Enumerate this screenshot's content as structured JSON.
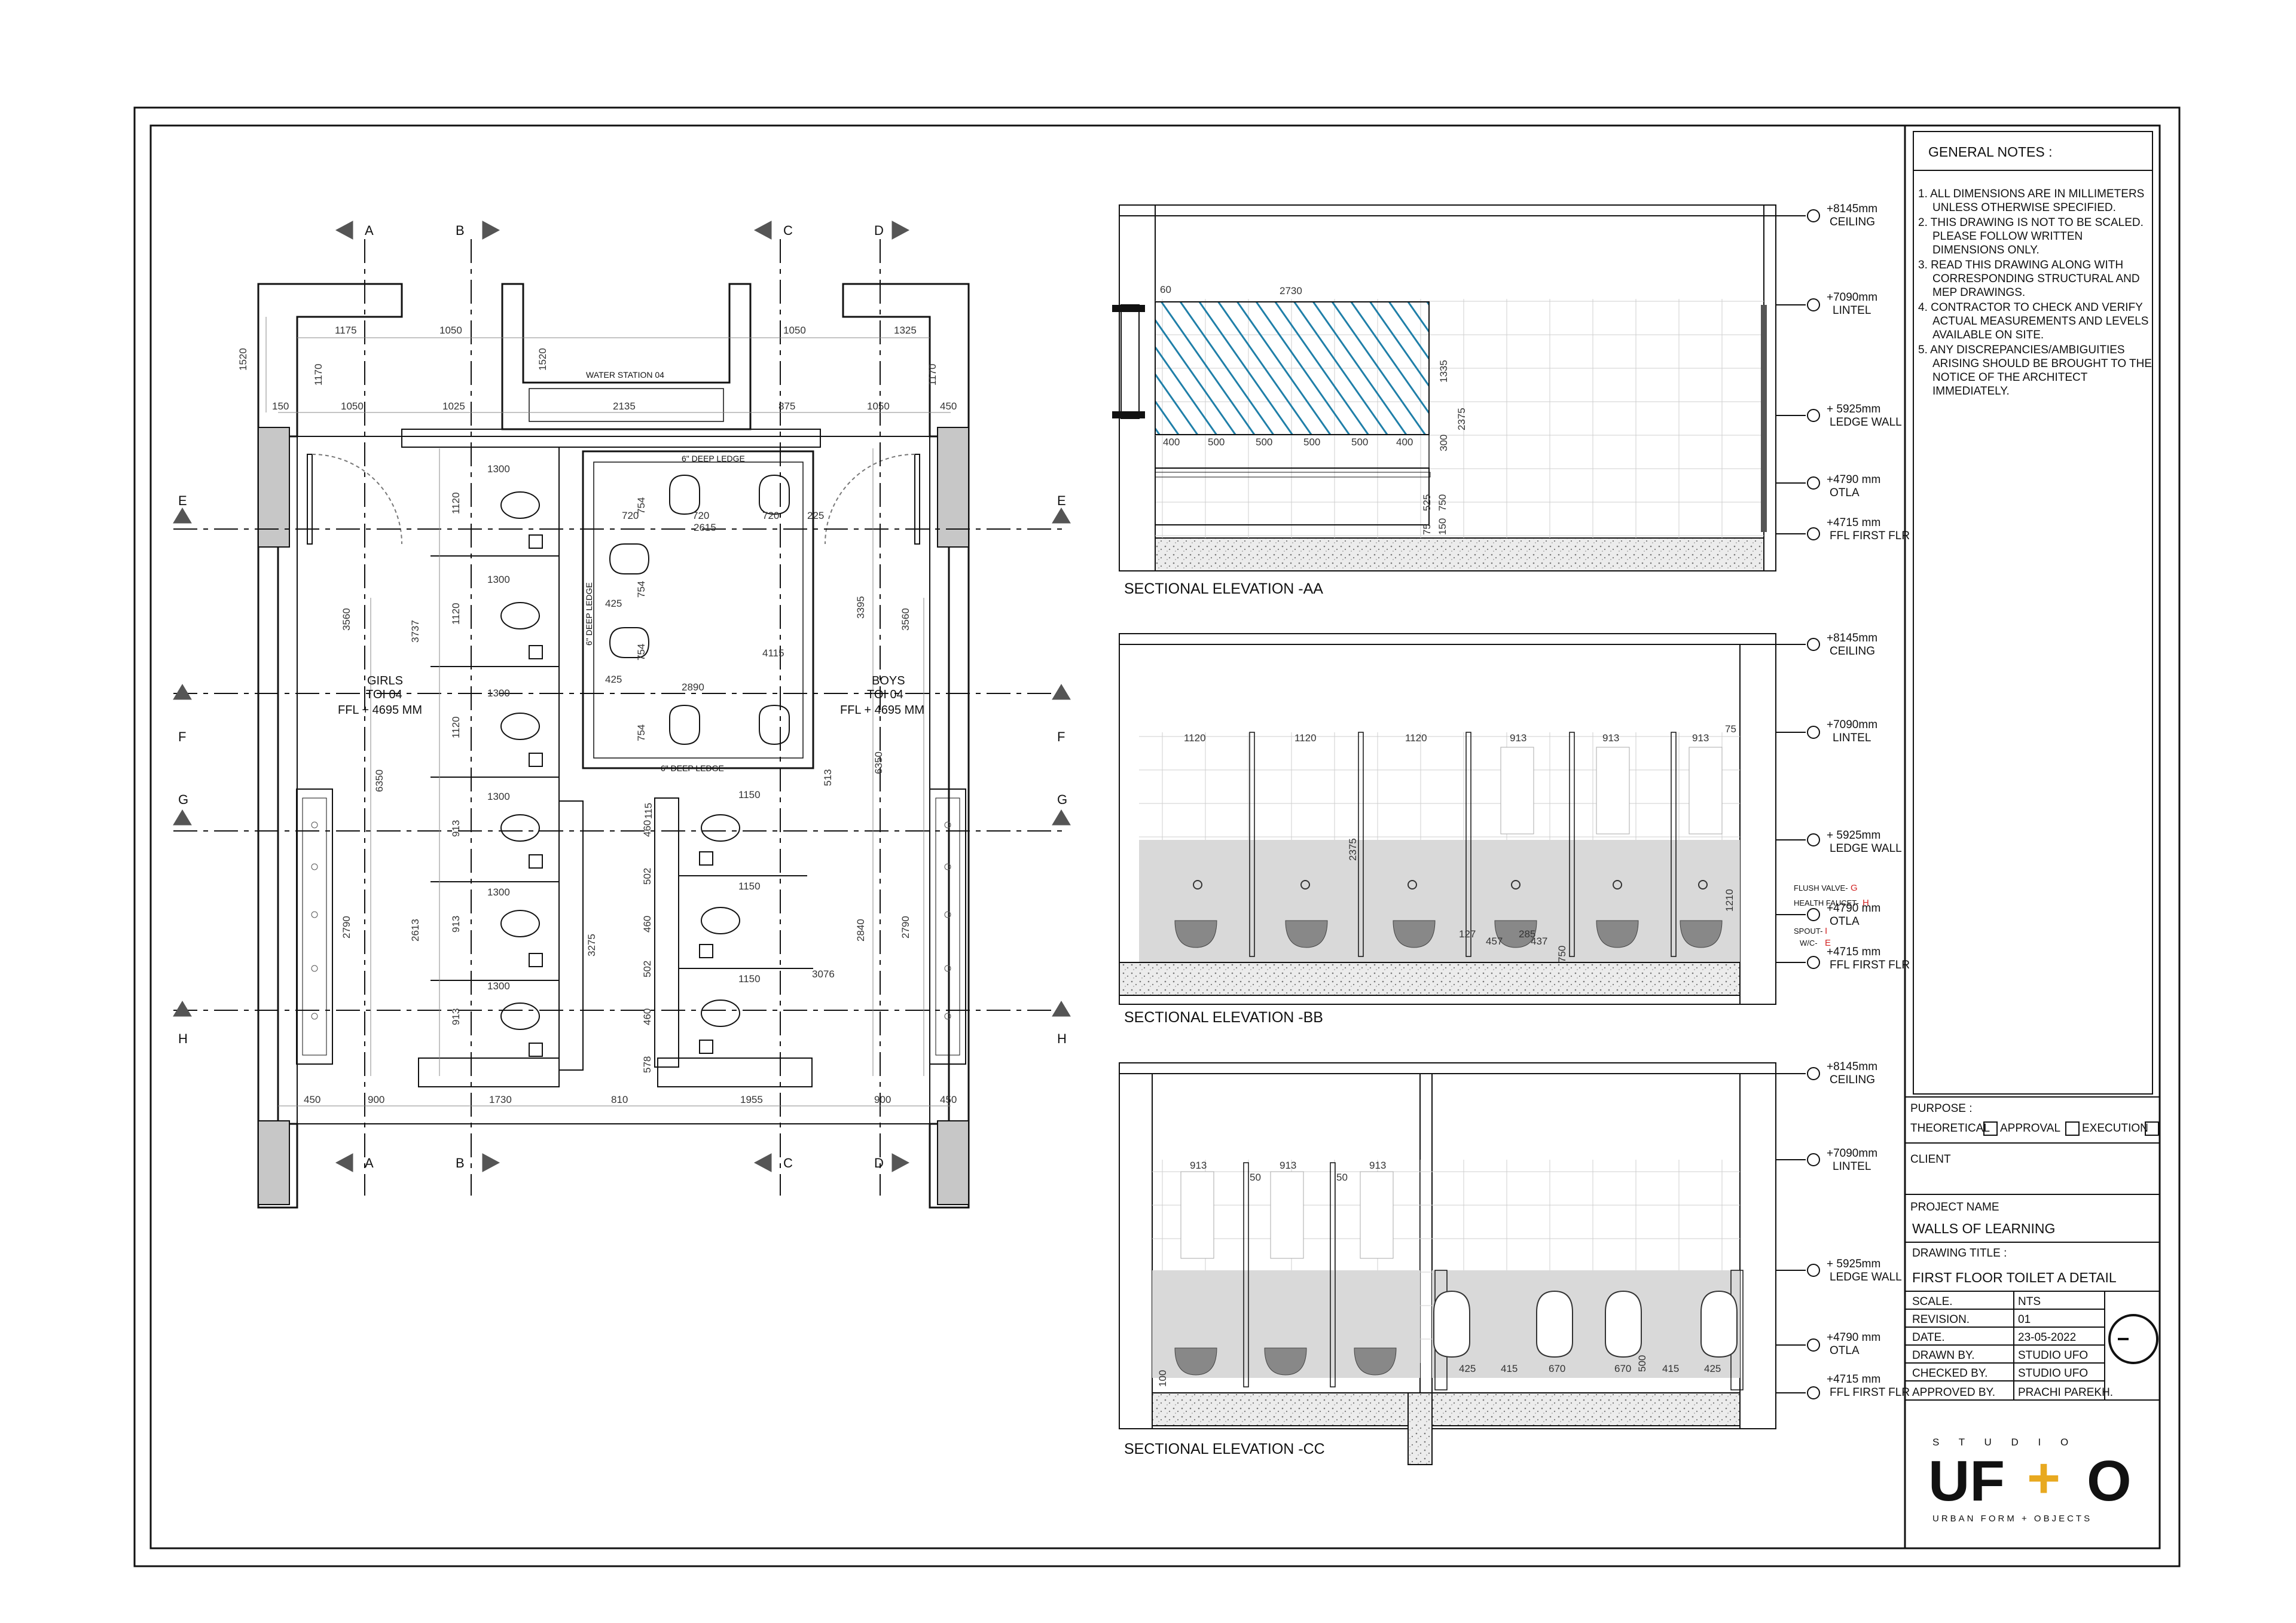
{
  "grid_labels": {
    "columns": [
      "A",
      "B",
      "C",
      "D"
    ],
    "rows": [
      "E",
      "F",
      "G",
      "H"
    ]
  },
  "plan": {
    "water_station": "WATER STATION 04",
    "ledge_top": "6\" DEEP LEDGE",
    "ledge_bottom": "6\" DEEP LEDGE",
    "ledge_side": "6\" DEEP LEDGE",
    "girls_name": "GIRLS",
    "girls_code": "TOI 04",
    "girls_ffl": "FFL + 4695 MM",
    "boys_name": "BOYS",
    "boys_code": "TOI 04",
    "boys_ffl": "FFL + 4695 MM",
    "dims": {
      "top_left_row": [
        "1175",
        "1050"
      ],
      "top_right_row": [
        "1050",
        "1325"
      ],
      "top_second_row": [
        "150",
        "1050",
        "1025",
        "2135",
        "875",
        "1050",
        "450"
      ],
      "vertical_left": [
        "1520",
        "1170"
      ],
      "vertical_mid": "1520",
      "vertical_right": "1170",
      "stall_widths_girls": [
        "1300",
        "1300",
        "1300",
        "1300",
        "1300",
        "1300"
      ],
      "stall_depths_girls": [
        "1120",
        "1120",
        "1120",
        "913",
        "913",
        "913"
      ],
      "stall_widths_boys": [
        "1150",
        "1150",
        "1150"
      ],
      "boys_depths": [
        "460",
        "460",
        "460"
      ],
      "urinal_dims": [
        "720",
        "720",
        "720",
        "225",
        "425",
        "425",
        "754",
        "754",
        "754",
        "754"
      ],
      "mid_dims": [
        "2615",
        "4115",
        "2890",
        "3275",
        "3076",
        "502",
        "502",
        "578",
        "513",
        "115"
      ],
      "side_left": [
        "3560",
        "3737",
        "6350",
        "2790",
        "2613"
      ],
      "side_right": [
        "3395",
        "3560",
        "6350",
        "2840",
        "2790"
      ],
      "bottom_row": [
        "450",
        "900",
        "1730",
        "810",
        "1955",
        "900",
        "450"
      ]
    }
  },
  "elevations": [
    {
      "title": "SECTIONAL ELEVATION -AA",
      "levels": [
        "+8145mm",
        "CEILING",
        "+7090mm",
        "LINTEL",
        "+ 5925mm",
        "LEDGE WALL",
        "+4790 mm",
        "OTLA",
        "+4715 mm",
        "FFL FIRST FLR"
      ],
      "dims": [
        "60",
        "2730",
        "400",
        "500",
        "500",
        "500",
        "500",
        "400",
        "1335",
        "2375",
        "300",
        "525",
        "750",
        "75",
        "150"
      ]
    },
    {
      "title": "SECTIONAL ELEVATION -BB",
      "levels": [
        "+8145mm",
        "CEILING",
        "+7090mm",
        "LINTEL",
        "+ 5925mm",
        "LEDGE WALL",
        "+4790 mm",
        "OTLA",
        "+4715 mm",
        "FFL FIRST FLR"
      ],
      "dims": [
        "1120",
        "1120",
        "1120",
        "913",
        "913",
        "913",
        "2375",
        "1210",
        "457",
        "437",
        "285",
        "750",
        "127",
        "75"
      ],
      "legend": [
        "FLUSH VALVE-",
        "G",
        "HEALTH FAUCET-",
        "H",
        "SPOUT-",
        "I",
        "W/C-",
        "E"
      ]
    },
    {
      "title": "SECTIONAL ELEVATION -CC",
      "levels": [
        "+8145mm",
        "CEILING",
        "+7090mm",
        "LINTEL",
        "+ 5925mm",
        "LEDGE WALL",
        "+4790 mm",
        "OTLA",
        "+4715 mm",
        "FFL FIRST FLR"
      ],
      "dims": [
        "913",
        "913",
        "913",
        "50",
        "50",
        "425",
        "415",
        "670",
        "670",
        "415",
        "425",
        "500",
        "100"
      ]
    }
  ],
  "notes": {
    "heading": "GENERAL NOTES :",
    "items": [
      [
        "1.  ALL DIMENSIONS ARE IN MILLIMETERS",
        "UNLESS OTHERWISE SPECIFIED."
      ],
      [
        "2. THIS DRAWING IS NOT TO BE SCALED.",
        "PLEASE FOLLOW  WRITTEN",
        "DIMENSIONS ONLY."
      ],
      [
        "3. READ THIS DRAWING ALONG WITH",
        "CORRESPONDING STRUCTURAL AND",
        "MEP DRAWINGS."
      ],
      [
        "4. CONTRACTOR TO CHECK AND VERIFY",
        "ACTUAL MEASUREMENTS AND LEVELS",
        "AVAILABLE ON SITE."
      ],
      [
        "5. ANY DISCREPANCIES/AMBIGUITIES",
        "ARISING SHOULD BE BROUGHT TO THE",
        "NOTICE  OF THE ARCHITECT",
        "IMMEDIATELY."
      ]
    ]
  },
  "title_block": {
    "purpose_label": "PURPOSE :",
    "purpose_options": [
      "THEORETICAL",
      "APPROVAL",
      "EXECUTION"
    ],
    "client_label": "CLIENT",
    "project_name_label": "PROJECT NAME",
    "project_name": "WALLS OF LEARNING",
    "drawing_title_label": "DRAWING TITLE :",
    "drawing_title": "FIRST FLOOR TOILET A DETAIL",
    "rows": [
      [
        "SCALE.",
        "NTS"
      ],
      [
        "REVISION.",
        "01"
      ],
      [
        "DATE.",
        "23-05-2022"
      ],
      [
        "DRAWN BY.",
        "STUDIO UFO"
      ],
      [
        "CHECKED BY.",
        "STUDIO UFO"
      ],
      [
        "APPROVED BY.",
        "PRACHI PAREKH."
      ]
    ]
  },
  "logo": {
    "studio": "S T U D I O",
    "mark_left": "UF",
    "mark_plus": "+",
    "mark_right": "O",
    "tagline": "URBAN  FORM   +   OBJECTS",
    "accent": "#e8a920"
  },
  "colors": {
    "line": "#111111",
    "hatch": "#1f7fa8",
    "wall_fill": "#c7c7c7",
    "wet_zone": "#d9d9d9",
    "marker": "#d22222"
  }
}
